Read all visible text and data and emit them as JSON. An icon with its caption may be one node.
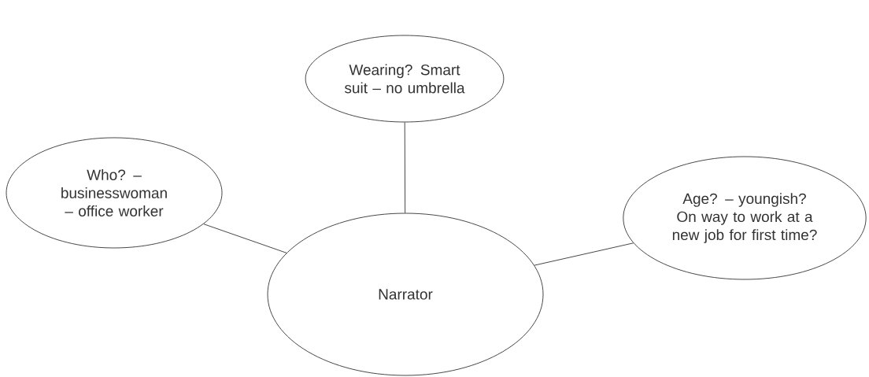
{
  "diagram": {
    "nodes": [
      {
        "text": [
          "Narrator"
        ]
      },
      {
        "text": [
          "Wearing? Smart suit – no umbrella"
        ]
      },
      {
        "text": [
          "Who? – businesswoman – office worker"
        ]
      },
      {
        "text": [
          "Age? – youngish? On way to work at a new job for first time?"
        ]
      }
    ],
    "edges": [
      {
        "from": 1,
        "to": 0,
        "arrow": "none"
      },
      {
        "from": 2,
        "to": 0,
        "arrow": "none"
      },
      {
        "from": 3,
        "to": 0,
        "arrow": "none"
      }
    ]
  }
}
